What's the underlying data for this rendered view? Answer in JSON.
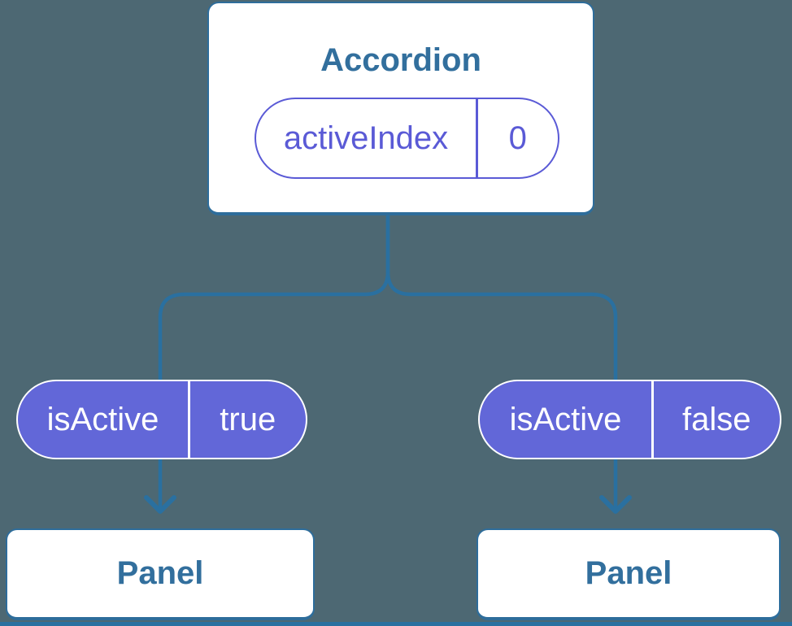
{
  "diagram": {
    "type": "react-component-tree",
    "colors": {
      "background": "#4d6873",
      "connector_blue": "#2a70a0",
      "card_border_blue": "#2e6d9b",
      "card_text_blue": "#326f9d",
      "pill_fill_purple": "#6267d8",
      "pill_outline_purple": "#5a5ad6",
      "card_background": "#ffffff",
      "pill_text_on_purple": "#ffffff"
    }
  },
  "accordion": {
    "title": "Accordion",
    "state_pill": {
      "label": "activeIndex",
      "value": "0"
    }
  },
  "children": [
    {
      "prop_pill": {
        "label": "isActive",
        "value": "true"
      },
      "panel": {
        "title": "Panel"
      }
    },
    {
      "prop_pill": {
        "label": "isActive",
        "value": "false"
      },
      "panel": {
        "title": "Panel"
      }
    }
  ]
}
